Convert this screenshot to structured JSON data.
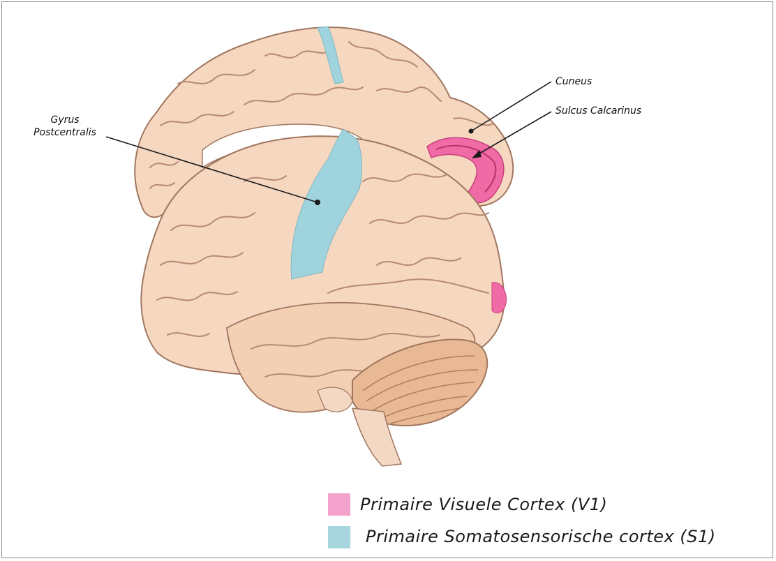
{
  "labels": {
    "gyrus_line1": "Gyrus",
    "gyrus_line2": "Postcentralis",
    "cuneus": "Cuneus",
    "sulcus": "Sulcus Calcarinus"
  },
  "legend": [
    {
      "label": "Primaire Visuele Cortex (V1)",
      "color": "#f3a2cc"
    },
    {
      "label": "Primaire Somatosensorische cortex (S1)",
      "color": "#a8d6de"
    }
  ],
  "colors": {
    "brain": "#f6d7c0",
    "brain_outline": "#a0765f",
    "sulcus": "#b58a73",
    "v1": "#f06aa6",
    "s1": "#9fd4de",
    "cerebellum": "#e9b995"
  }
}
